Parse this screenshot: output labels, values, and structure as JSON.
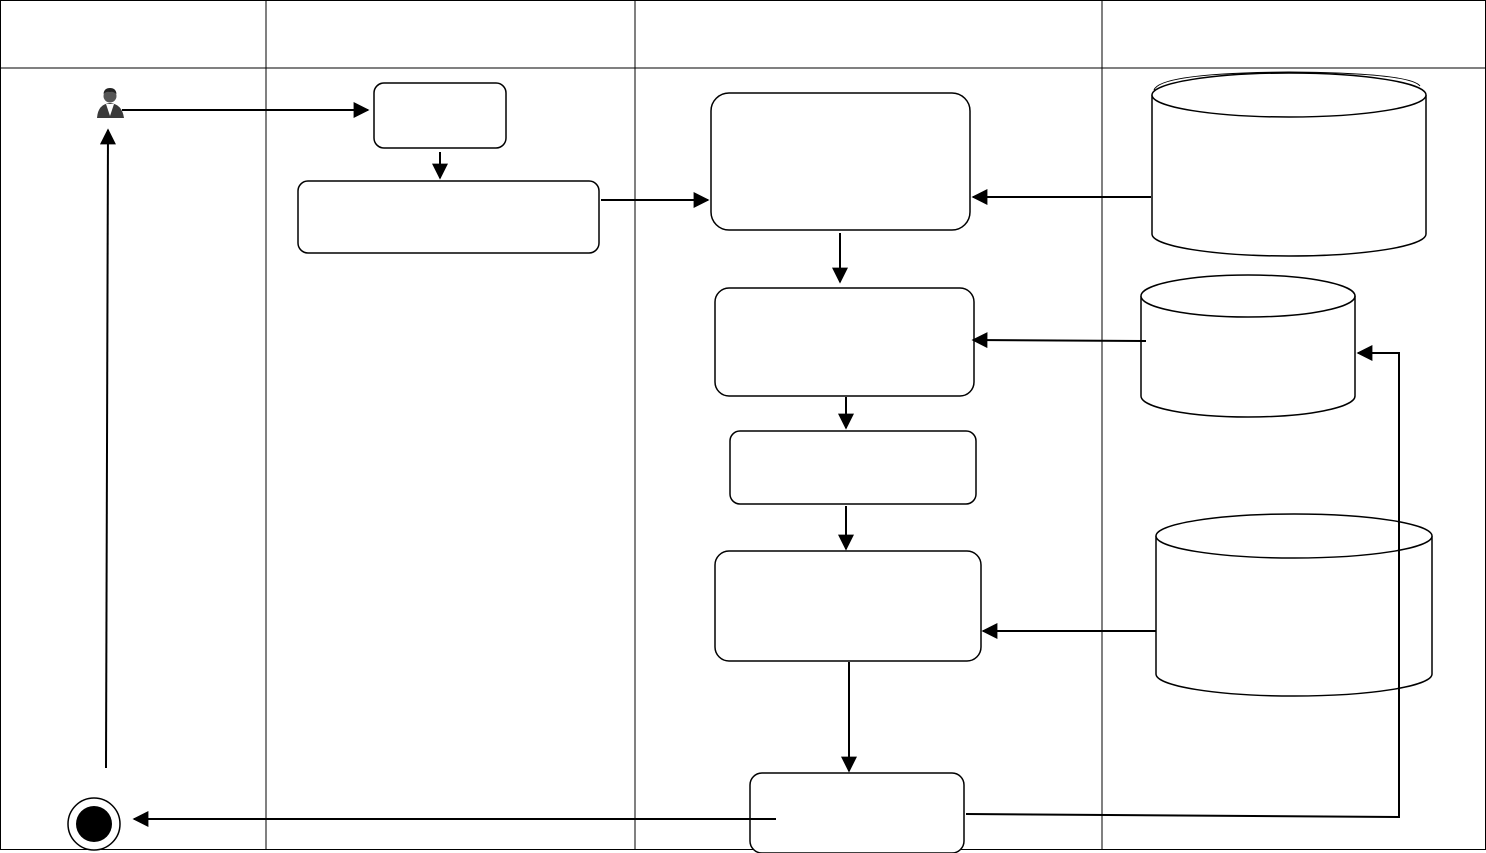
{
  "diagram": {
    "type": "swimlane-activity",
    "stroke_color": "#000000",
    "background_color": "#ffffff",
    "lanes": [
      {
        "id": "lane-1",
        "label": ""
      },
      {
        "id": "lane-2",
        "label": ""
      },
      {
        "id": "lane-3",
        "label": ""
      },
      {
        "id": "lane-4",
        "label": ""
      }
    ],
    "nodes": [
      {
        "id": "actor",
        "kind": "actor",
        "icon": "user-icon",
        "label": ""
      },
      {
        "id": "box-a",
        "kind": "process",
        "label": ""
      },
      {
        "id": "box-b",
        "kind": "process",
        "label": ""
      },
      {
        "id": "box-c",
        "kind": "process",
        "label": ""
      },
      {
        "id": "box-d",
        "kind": "process",
        "label": ""
      },
      {
        "id": "box-e",
        "kind": "process",
        "label": ""
      },
      {
        "id": "box-f",
        "kind": "process",
        "label": ""
      },
      {
        "id": "box-g",
        "kind": "process",
        "label": ""
      },
      {
        "id": "db-1",
        "kind": "datastore",
        "label": ""
      },
      {
        "id": "db-2",
        "kind": "datastore",
        "label": ""
      },
      {
        "id": "db-3",
        "kind": "datastore",
        "label": ""
      },
      {
        "id": "end",
        "kind": "final-state",
        "label": ""
      }
    ],
    "edges": [
      {
        "from": "actor",
        "to": "box-a"
      },
      {
        "from": "box-a",
        "to": "box-b"
      },
      {
        "from": "box-b",
        "to": "box-c"
      },
      {
        "from": "db-1",
        "to": "box-c"
      },
      {
        "from": "box-c",
        "to": "box-d"
      },
      {
        "from": "db-2",
        "to": "box-d"
      },
      {
        "from": "box-d",
        "to": "box-e"
      },
      {
        "from": "box-e",
        "to": "box-f"
      },
      {
        "from": "db-3",
        "to": "box-f"
      },
      {
        "from": "box-f",
        "to": "box-g"
      },
      {
        "from": "box-g",
        "to": "db-2"
      },
      {
        "from": "box-g",
        "to": "end"
      },
      {
        "from": "end",
        "to": "actor"
      }
    ]
  }
}
